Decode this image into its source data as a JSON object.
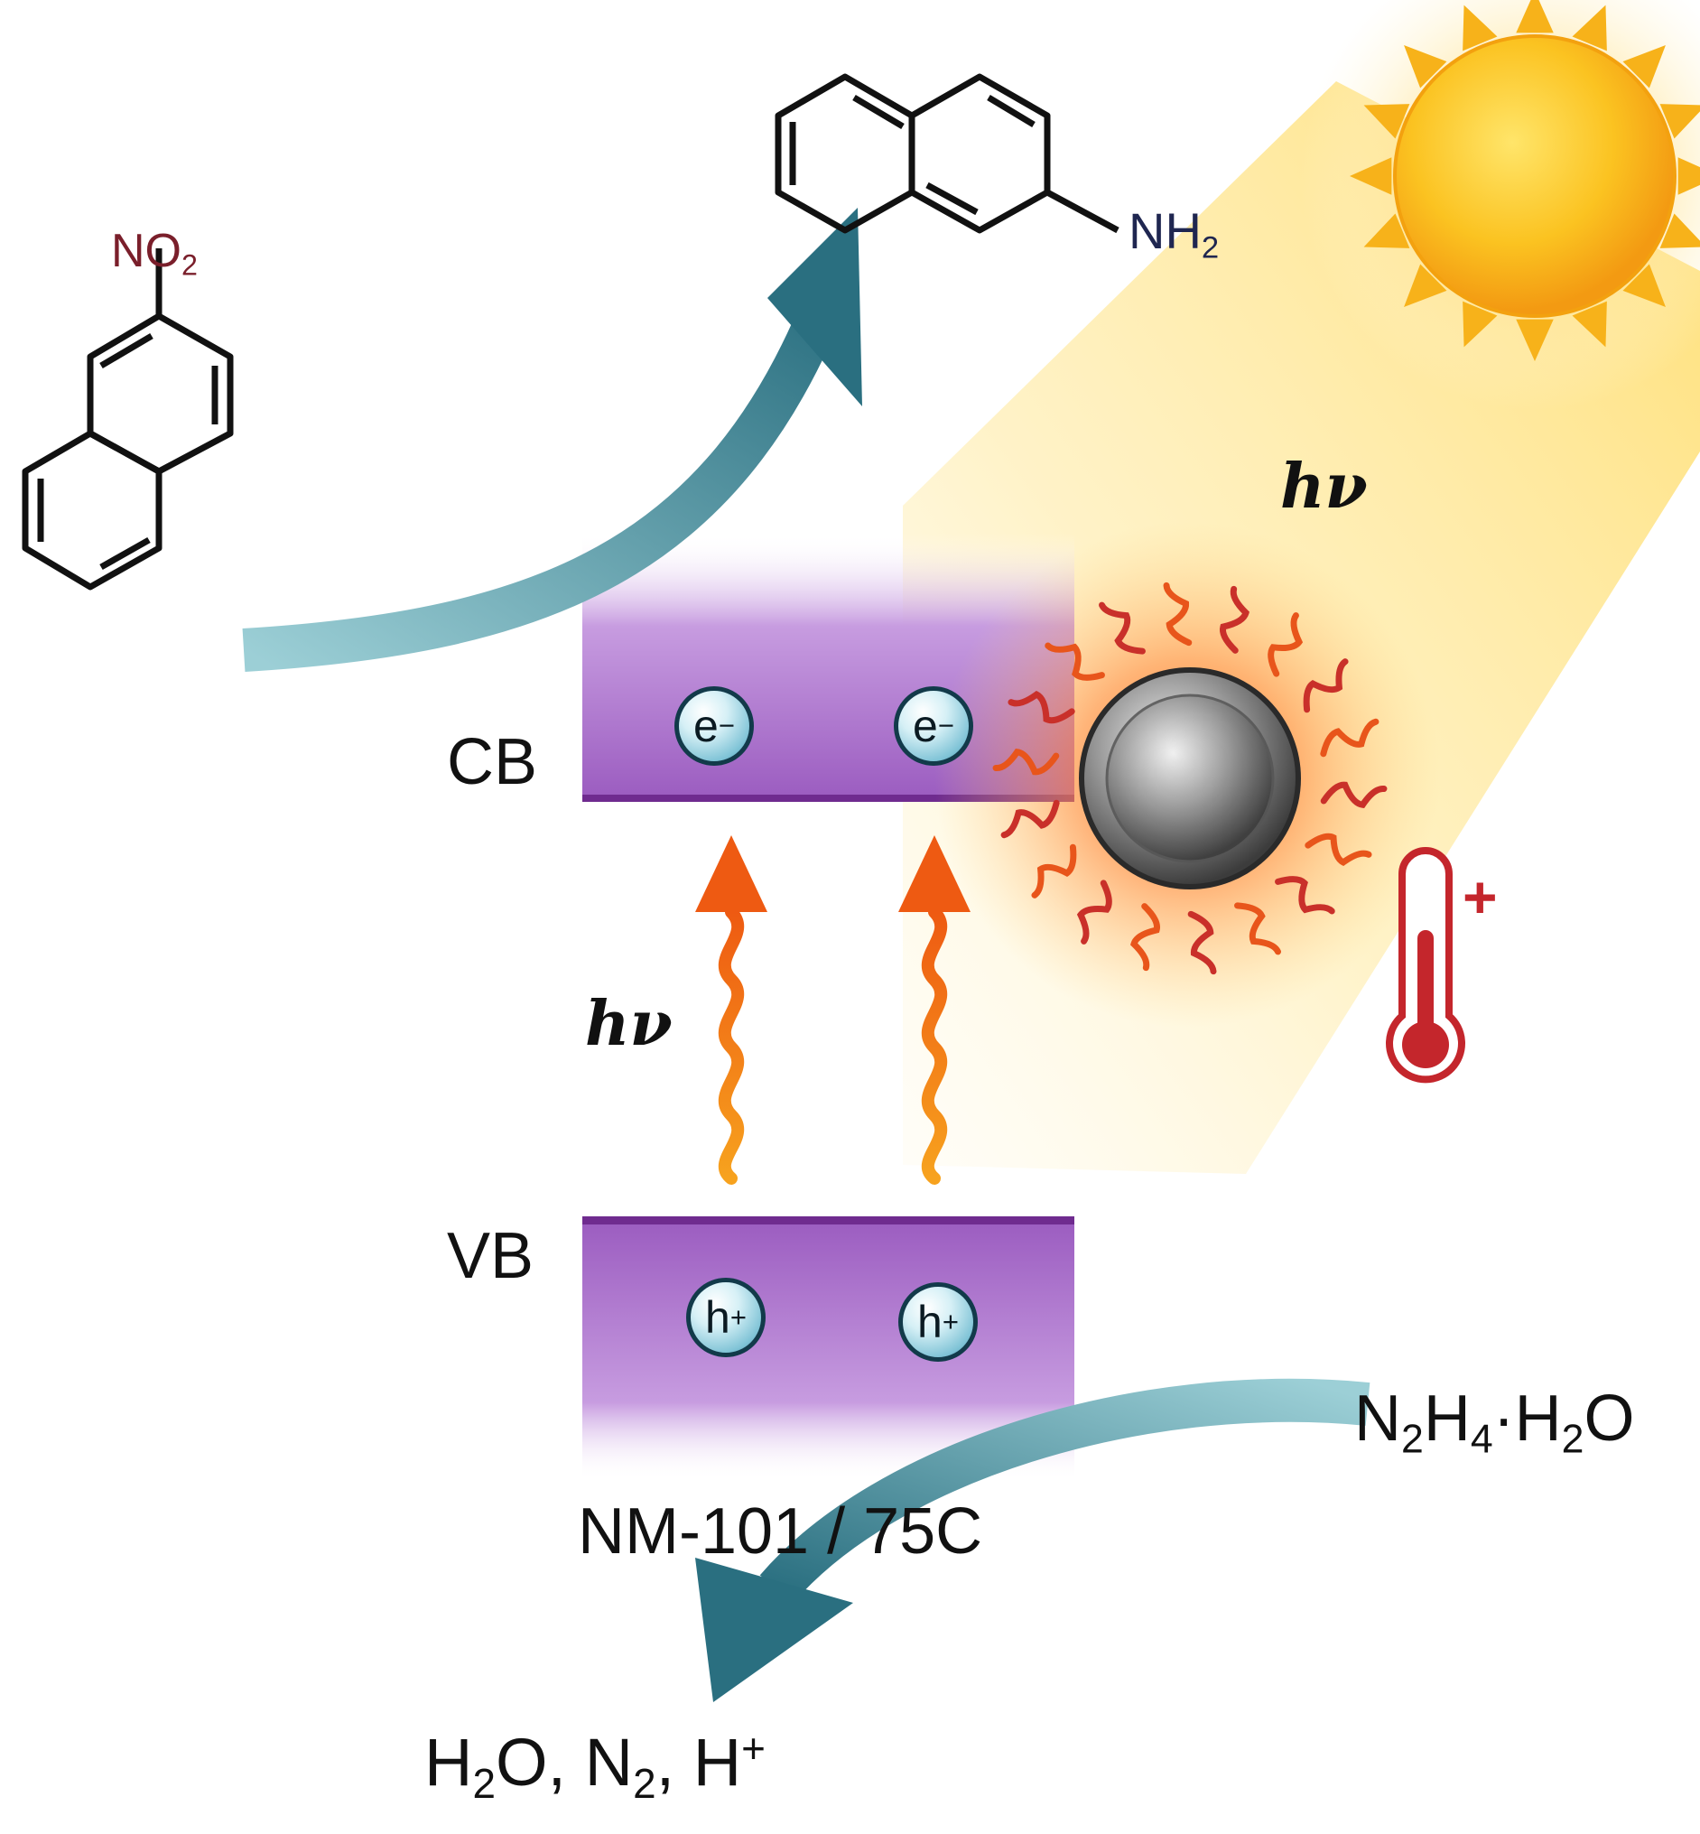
{
  "labels": {
    "cb": "CB",
    "vb": "VB",
    "catalyst": "NM-101 / 75C",
    "hv_sun": "hν",
    "hv_excitation": "hν",
    "thermometer_plus": "+"
  },
  "molecules": {
    "reactant": {
      "group": "NO",
      "group_sub": "2"
    },
    "product": {
      "group": "NH",
      "group_sub": "2"
    }
  },
  "reductant": {
    "p1": "N",
    "s1": "2",
    "p2": "H",
    "s2": "4",
    "dot": "·",
    "p3": "H",
    "s3": "2",
    "p4": "O"
  },
  "products": {
    "p1": "H",
    "s1": "2",
    "p2": "O, N",
    "s2": "2",
    "p3": ", H",
    "sup3": "+"
  },
  "charges": {
    "electron": {
      "base": "e",
      "sign": "−"
    },
    "hole": {
      "base": "h",
      "sign": "+"
    }
  },
  "colors": {
    "band": "#9b5cc0",
    "band_edge": "#6f2b8f",
    "arrow_teal": "#2f7d8c",
    "photon": "#f07a1a",
    "sun": "#f7b21a",
    "thermometer": "#c4262c",
    "no2_label": "#7a1f2b",
    "nh2_label": "#1f2650"
  }
}
